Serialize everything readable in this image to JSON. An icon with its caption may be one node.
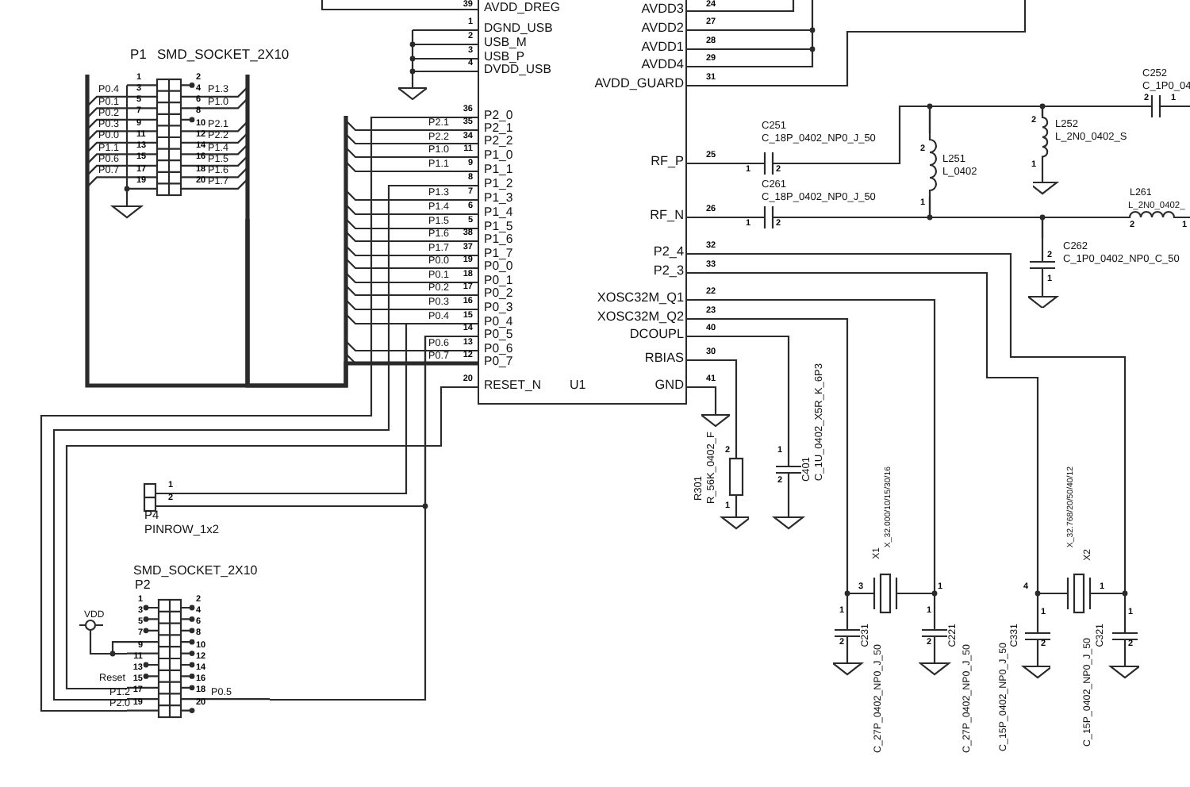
{
  "diagram": {
    "nodes": [
      {
        "text": [
          "AVDD_DREG",
          "DGND_USB",
          "USB_M",
          "USB_P",
          "DVDD_USB",
          "P2_0",
          "P2_1",
          "P2_2",
          "P1_0",
          "P1_1",
          "P1_2",
          "P1_3",
          "P1_4",
          "P1_5",
          "P1_6",
          "P1_7",
          "P0_0",
          "P0_1",
          "P0_2",
          "P0_3",
          "P0_4",
          "P0_5",
          "P0_6",
          "P0_7",
          "RESET_N",
          "U1",
          "AVDD3",
          "AVDD2",
          "AVDD1",
          "AVDD4",
          "AVDD_GUARD",
          "RF_P",
          "RF_N",
          "P2_4",
          "P2_3",
          "XOSC32M_Q1",
          "XOSC32M_Q2",
          "DCOUPL",
          "RBIAS",
          "GND"
        ],
        "beside": [
          "39",
          "1",
          "2",
          "3",
          "4",
          "36",
          "35",
          "34",
          "11",
          "9",
          "8",
          "7",
          "6",
          "5",
          "38",
          "37",
          "19",
          "18",
          "17",
          "16",
          "15",
          "14",
          "13",
          "12",
          "20",
          "24",
          "27",
          "28",
          "29",
          "31",
          "25",
          "26",
          "32",
          "33",
          "22",
          "23",
          "40",
          "30",
          "41"
        ]
      },
      {
        "text": [
          "P1",
          "SMD_SOCKET_2X10",
          "1",
          "2",
          "3",
          "4",
          "5",
          "6",
          "7",
          "8",
          "9",
          "10",
          "11",
          "12",
          "13",
          "14",
          "15",
          "16",
          "17",
          "18",
          "19",
          "20"
        ]
      },
      {
        "text": [
          "C251",
          "C_18P_0402_NP0_J_50",
          "2"
        ],
        "beside": [
          "1"
        ]
      },
      {
        "text": [
          "C261",
          "C_18P_0402_NP0_J_50",
          "2"
        ],
        "beside": [
          "1"
        ]
      },
      {
        "text": [
          "L251",
          "L_0402"
        ],
        "beside": [
          "2",
          "1"
        ]
      },
      {
        "text": [
          "L252",
          "L_2N0_0402_S",
          "2",
          "1"
        ]
      },
      {
        "text": [
          "C252",
          "C_1P0_04",
          "2",
          "1"
        ]
      },
      {
        "text": [
          "L261",
          "L_2N0_0402_"
        ],
        "beside": [
          "2",
          "1"
        ]
      },
      {
        "text": [
          "C262",
          "C_1P0_0402_NP0_C_50",
          "2",
          "1"
        ]
      },
      {
        "text": [
          "R301",
          "R_56K_0402_F",
          "2",
          "1"
        ]
      },
      {
        "text": [
          "C401",
          "C_1U_0402_X5R_K_6P3",
          "1",
          "2"
        ]
      },
      {
        "text": [
          "X1",
          "X_32.000/10/15/30/16"
        ],
        "beside": [
          "3",
          "1"
        ]
      },
      {
        "text": [
          "X2",
          "X_32.768/20/50/40/12"
        ],
        "beside": [
          "4",
          "1"
        ]
      },
      {
        "text": [
          "C231",
          "C_27P_0402_NP0_J_50",
          "2"
        ],
        "beside": [
          "1"
        ]
      },
      {
        "text": [
          "C221",
          "C_27P_0402_NP0_J_50",
          "2"
        ],
        "beside": [
          "1"
        ]
      },
      {
        "text": [
          "C331",
          "C_15P_0402_NP0_J_50",
          "2"
        ],
        "beside": [
          "1"
        ]
      },
      {
        "text": [
          "C321",
          "C_15P_0402_NP0_J_50",
          "2"
        ],
        "beside": [
          "1"
        ]
      },
      {
        "text": [
          "P4",
          "PINROW_1x2",
          "1",
          "2"
        ]
      },
      {
        "text": [
          "SMD_SOCKET_2X10",
          "P2",
          "1",
          "2",
          "3",
          "4",
          "5",
          "6",
          "7",
          "8",
          "9",
          "10",
          "11",
          "12",
          "13",
          "14",
          "15",
          "16",
          "17",
          "18",
          "19",
          "20"
        ]
      },
      {
        "text": [
          "VDD"
        ]
      },
      {
        "text": [],
        "shape": "triangle"
      },
      {
        "text": [],
        "shape": "triangle"
      }
    ],
    "edges": [
      {
        "from": 1,
        "to": 0,
        "arrow": "none",
        "style": "thick"
      },
      {
        "from": 0,
        "to": 2,
        "arrow": "none"
      },
      {
        "from": 0,
        "to": 3,
        "arrow": "none"
      },
      {
        "from": 2,
        "to": 4,
        "arrow": "none"
      },
      {
        "from": 4,
        "to": 5,
        "arrow": "none"
      },
      {
        "from": 5,
        "to": 6,
        "arrow": "none"
      },
      {
        "from": 3,
        "to": 4,
        "arrow": "none"
      },
      {
        "from": 4,
        "to": 8,
        "arrow": "none"
      },
      {
        "from": 8,
        "to": 7,
        "arrow": "none"
      },
      {
        "from": 0,
        "to": 9,
        "arrow": "none"
      },
      {
        "from": 0,
        "to": 10,
        "arrow": "none"
      },
      {
        "from": 0,
        "to": 11,
        "arrow": "none"
      },
      {
        "from": 0,
        "to": 11,
        "arrow": "none"
      },
      {
        "from": 11,
        "to": 13,
        "arrow": "none"
      },
      {
        "from": 11,
        "to": 14,
        "arrow": "none"
      },
      {
        "from": 0,
        "to": 12,
        "arrow": "none"
      },
      {
        "from": 0,
        "to": 12,
        "arrow": "none"
      },
      {
        "from": 12,
        "to": 15,
        "arrow": "none"
      },
      {
        "from": 12,
        "to": 16,
        "arrow": "none"
      },
      {
        "from": 0,
        "to": 17,
        "arrow": "none"
      },
      {
        "from": 0,
        "to": 17,
        "arrow": "none"
      },
      {
        "from": 0,
        "to": 18,
        "arrow": "none"
      },
      {
        "from": 0,
        "to": 18,
        "arrow": "none"
      },
      {
        "from": 0,
        "to": 18,
        "arrow": "none"
      },
      {
        "from": 0,
        "to": 18,
        "arrow": "none"
      },
      {
        "from": 19,
        "to": 18,
        "arrow": "none"
      },
      {
        "from": 0,
        "to": 20,
        "arrow": "none"
      },
      {
        "from": 0,
        "to": 21,
        "arrow": "none"
      }
    ],
    "labels": [
      "P2.1",
      "P2.2",
      "P1.0",
      "P1.1",
      "P1.3",
      "P1.4",
      "P1.5",
      "P1.6",
      "P1.7",
      "P0.0",
      "P0.1",
      "P0.2",
      "P0.3",
      "P0.4",
      "P0.6",
      "P0.7",
      "P0.4",
      "P0.1",
      "P0.2",
      "P0.3",
      "P0.0",
      "P1.1",
      "P0.6",
      "P0.7",
      "P1.3",
      "P1.0",
      "P2.1",
      "P2.2",
      "P1.4",
      "P1.5",
      "P1.6",
      "P1.7",
      "Reset",
      "P1.2",
      "P2.0",
      "P0.5"
    ]
  }
}
